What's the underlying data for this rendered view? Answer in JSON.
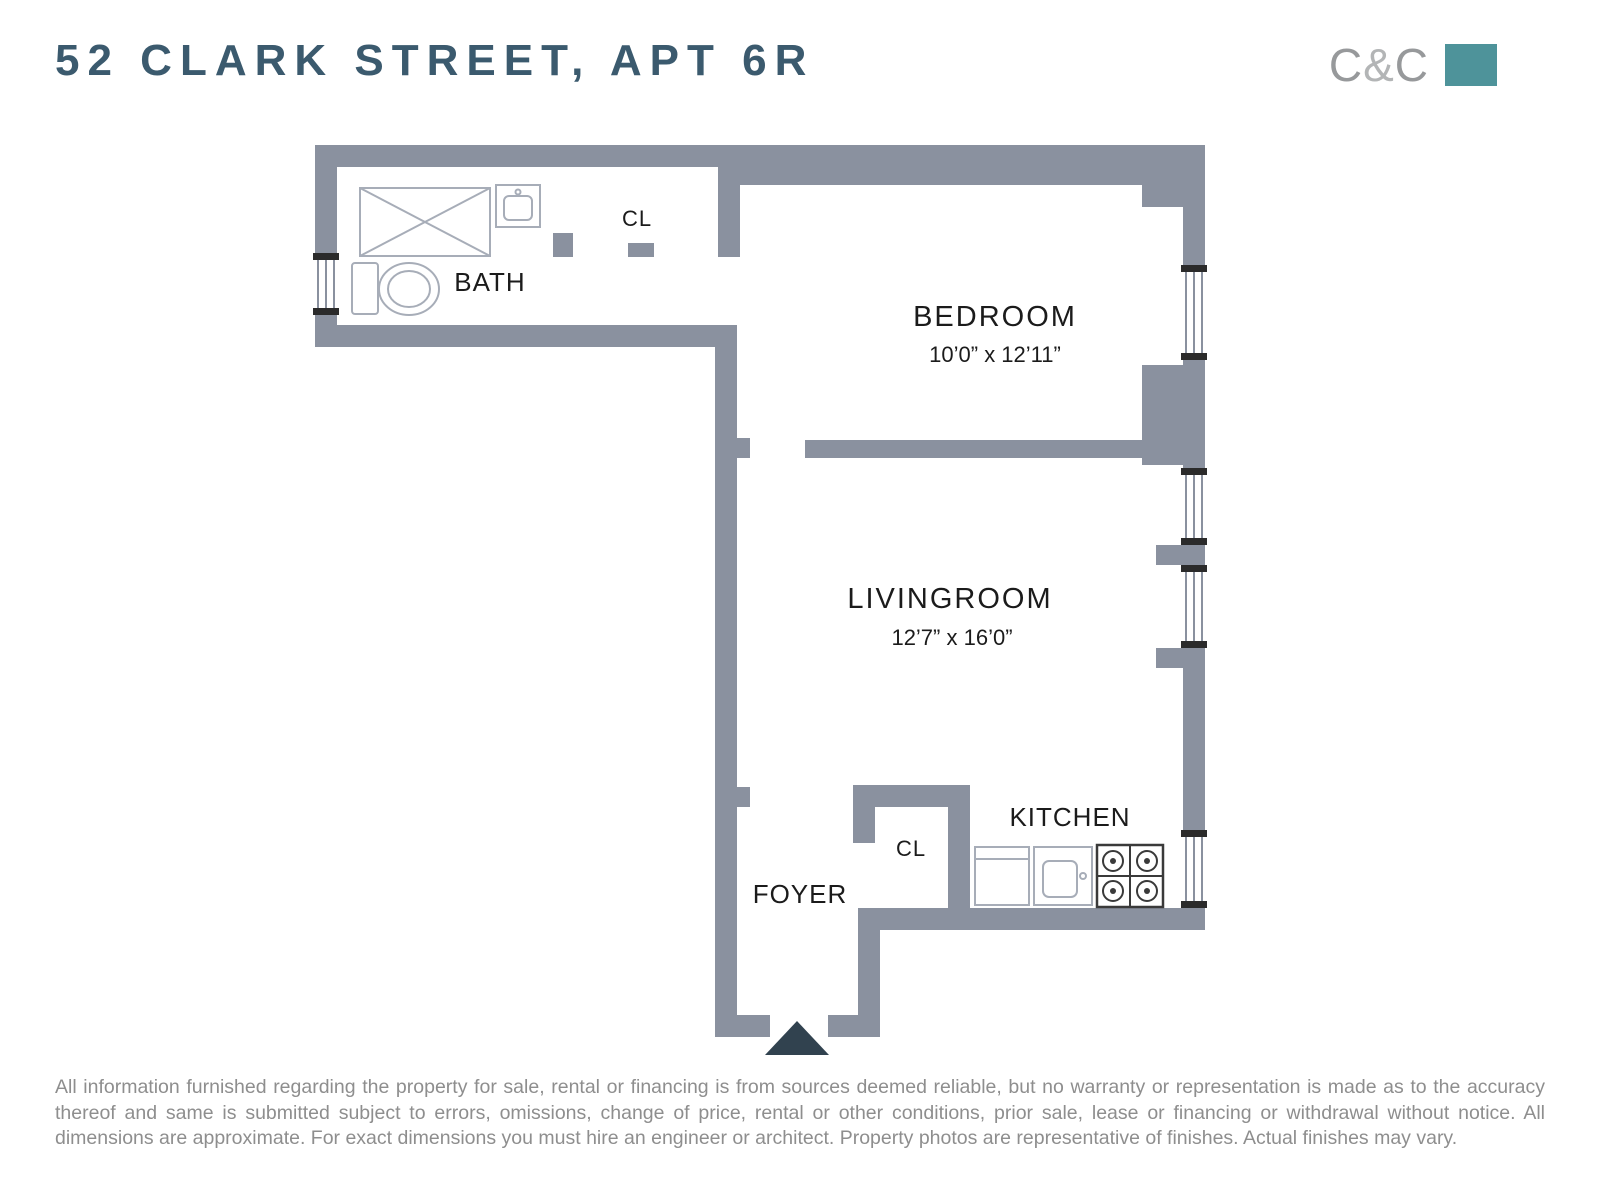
{
  "header": {
    "title": "52 CLARK STREET, APT 6R",
    "logo": {
      "c1": "C",
      "amp": "&",
      "c2": "C"
    }
  },
  "rooms": {
    "bath": {
      "label": "BATH"
    },
    "closet_top": {
      "label": "CL"
    },
    "bedroom": {
      "label": "BEDROOM",
      "dims": "10’0” x 12’11”"
    },
    "livingroom": {
      "label": "LIVINGROOM",
      "dims": "12’7” x 16’0”"
    },
    "closet_foyer": {
      "label": "CL"
    },
    "kitchen": {
      "label": "KITCHEN"
    },
    "foyer": {
      "label": "FOYER"
    }
  },
  "colors": {
    "wall": "#8a919f",
    "teal": "#4e939a",
    "title": "#3b5a6e",
    "arrow": "#31424f",
    "label": "#1b1b1b",
    "muted": "#8e8e8e",
    "logo-gray": "#97999b"
  },
  "footer": {
    "disclaimer": "All information furnished regarding the property for sale, rental or financing is from sources deemed reliable, but no warranty or representation is made as to the accuracy thereof and same is submitted subject to errors, omissions, change of price, rental or other conditions, prior sale, lease or financing or withdrawal without notice. All dimensions are approximate. For exact dimensions you must hire an engineer or architect. Property photos are representative of finishes. Actual finishes may vary."
  }
}
